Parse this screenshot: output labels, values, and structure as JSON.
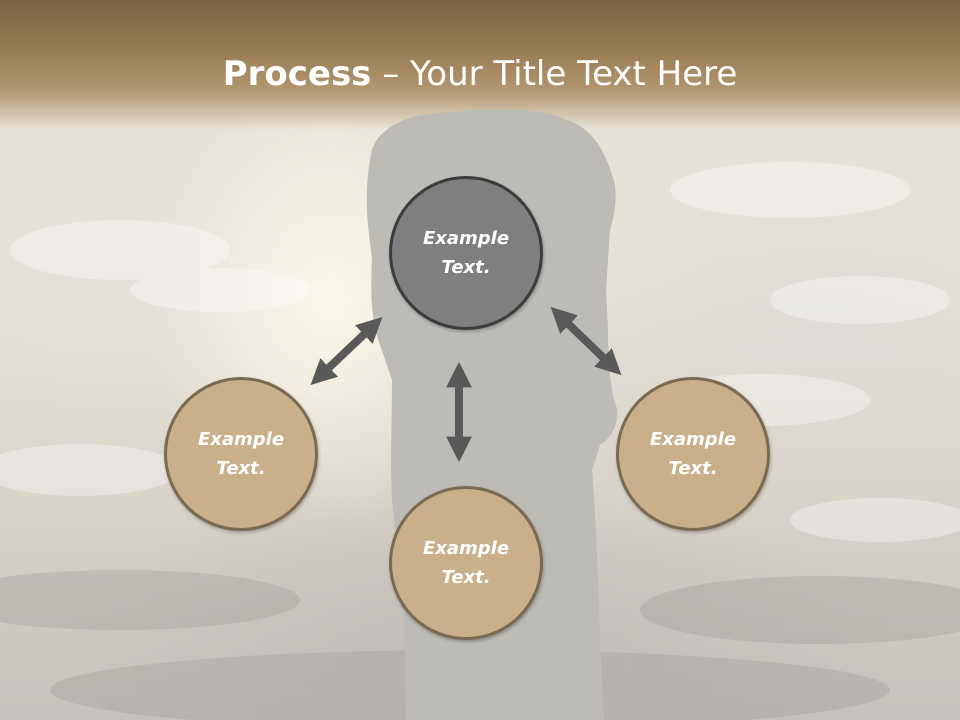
{
  "title": {
    "bold": "Process",
    "rest": " – Your Title Text Here"
  },
  "nodes": {
    "center": {
      "line1": "Example",
      "line2": "Text."
    },
    "left": {
      "line1": "Example",
      "line2": "Text."
    },
    "right": {
      "line1": "Example",
      "line2": "Text."
    },
    "bottom": {
      "line1": "Example",
      "line2": "Text."
    }
  },
  "colors": {
    "title_band": "#8a6f4a",
    "center_node": "#7f7f7f",
    "outer_node": "#c9b08b",
    "outer_border": "#7a6a52",
    "arrow": "#595959"
  }
}
